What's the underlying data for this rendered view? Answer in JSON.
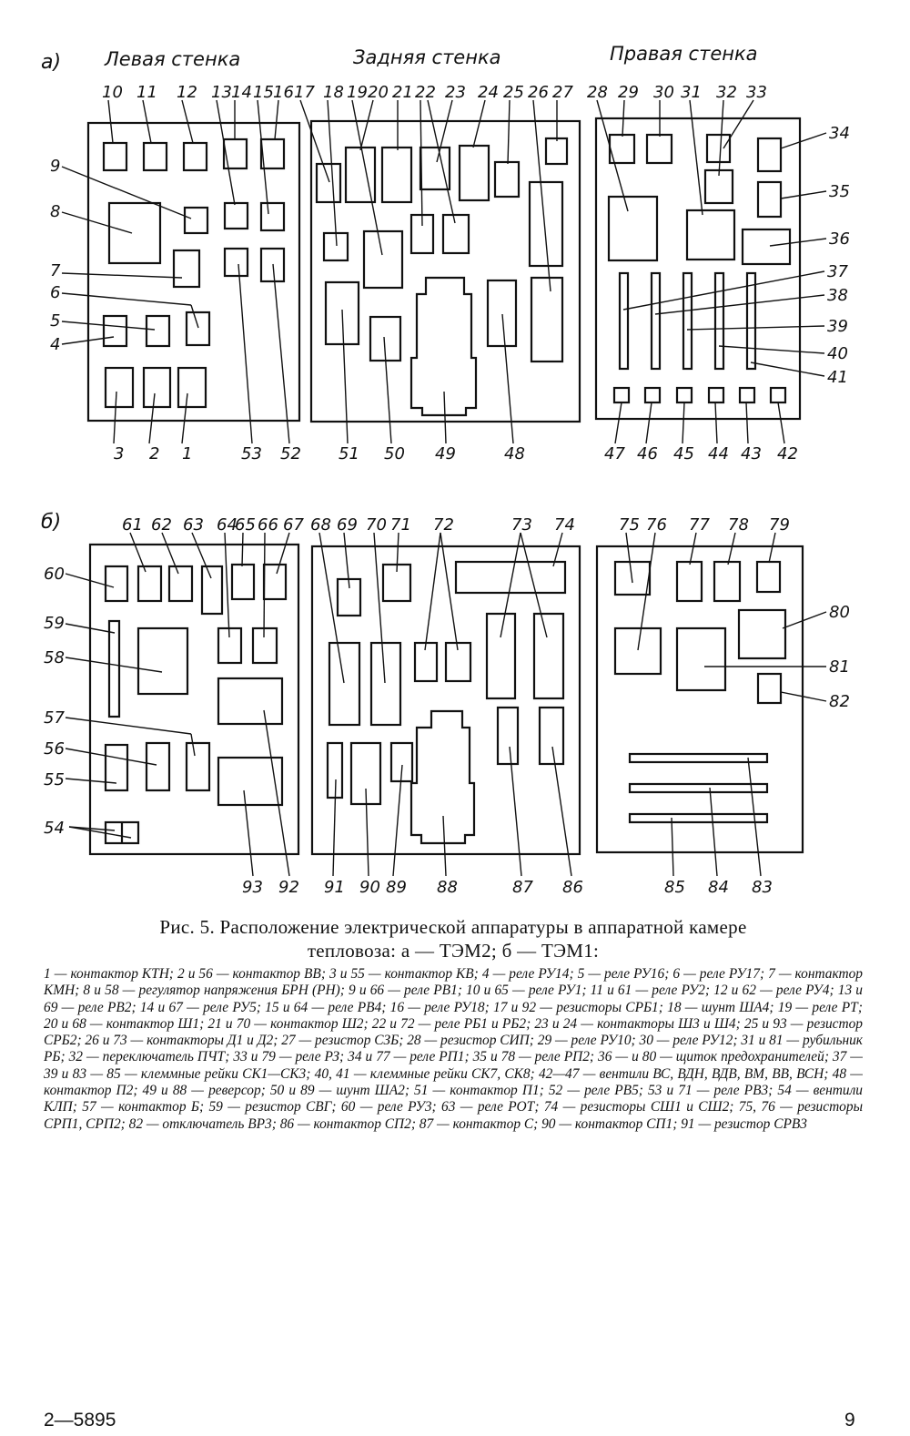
{
  "panel_a": {
    "label": "а)",
    "headings": [
      "Левая стенка",
      "Задняя стенка",
      "Правая стенка"
    ],
    "numbers": [
      "1",
      "2",
      "3",
      "4",
      "5",
      "6",
      "7",
      "8",
      "9",
      "10",
      "11",
      "12",
      "13",
      "14",
      "15",
      "16",
      "17",
      "18",
      "19",
      "20",
      "21",
      "22",
      "23",
      "24",
      "25",
      "26",
      "27",
      "28",
      "29",
      "30",
      "31",
      "32",
      "33",
      "34",
      "35",
      "36",
      "37",
      "38",
      "39",
      "40",
      "41",
      "42",
      "43",
      "44",
      "45",
      "46",
      "47",
      "48",
      "49",
      "50",
      "51",
      "52",
      "53"
    ]
  },
  "panel_b": {
    "label": "б)",
    "numbers": [
      "54",
      "55",
      "56",
      "57",
      "58",
      "59",
      "60",
      "61",
      "62",
      "63",
      "64",
      "65",
      "66",
      "67",
      "68",
      "69",
      "70",
      "71",
      "72",
      "73",
      "74",
      "75",
      "76",
      "77",
      "78",
      "79",
      "80",
      "81",
      "82",
      "83",
      "84",
      "85",
      "86",
      "87",
      "88",
      "89",
      "90",
      "91",
      "92",
      "93"
    ]
  },
  "caption": {
    "title_line1": "Рис. 5. Расположение электрической аппаратуры в аппаратной камере",
    "title_line2": "тепловоза: а — ТЭМ2; б — ТЭМ1:",
    "legend": "1 — контактор КТН; 2 и 56 — контактор ВВ; 3 и 55 — контактор КВ; 4 — реле РУ14; 5 — реле РУ16; 6 — реле РУ17; 7 — контактор КМН; 8 и 58 — регулятор напряжения БРН (РН); 9 и 66 — реле РВ1; 10 и 65 — реле РУ1; 11 и 61 — реле РУ2; 12 и 62 — реле РУ4; 13 и 69 — реле РВ2; 14 и 67 — реле РУ5; 15 и 64 — реле РВ4; 16 — реле РУ18; 17 и 92 — резисторы СРБ1; 18 — шунт ША4; 19 — реле РТ; 20 и 68 — контактор Ш1; 21 и 70 — контактор Ш2; 22 и 72 — реле РБ1 и РБ2; 23 и 24 — контакторы Ш3 и Ш4; 25 и 93 — резистор СРБ2; 26 и 73 — контакторы Д1 и Д2; 27 — резистор СЗБ; 28 — резистор СИП; 29 — реле РУ10; 30 — реле РУ12; 31 и 81 — рубильник РБ; 32 — переключатель ПЧТ; 33 и 79 — реле РЗ; 34 и 77 — реле РП1; 35 и 78 — реле РП2; 36 — и 80 — щиток предохранителей; 37 — 39 и 83 — 85 — клеммные рейки СК1—СК3; 40, 41 — клеммные рейки СК7, СК8; 42—47 — вентили ВС, ВДН, ВДВ, ВМ, ВВ, ВСН; 48 — контактор П2; 49 и 88 — реверсор; 50 и 89 — шунт ША2; 51 — контактор П1; 52 — реле РВ5; 53 и 71 — реле РВ3; 54 — вентили КЛП; 57 — контактор Б; 59 — резистор СВГ; 60 — реле РУ3; 63 — реле РОТ; 74 — резисторы СШ1 и СШ2; 75, 76 — резисторы СРП1, СРП2; 82 — отключатель ВР3; 86 — контактор СП2; 87 — контактор С; 90 — контактор СП1; 91 — резистор СРВ3"
  },
  "footer": {
    "left": "2—5895",
    "right": "9"
  }
}
